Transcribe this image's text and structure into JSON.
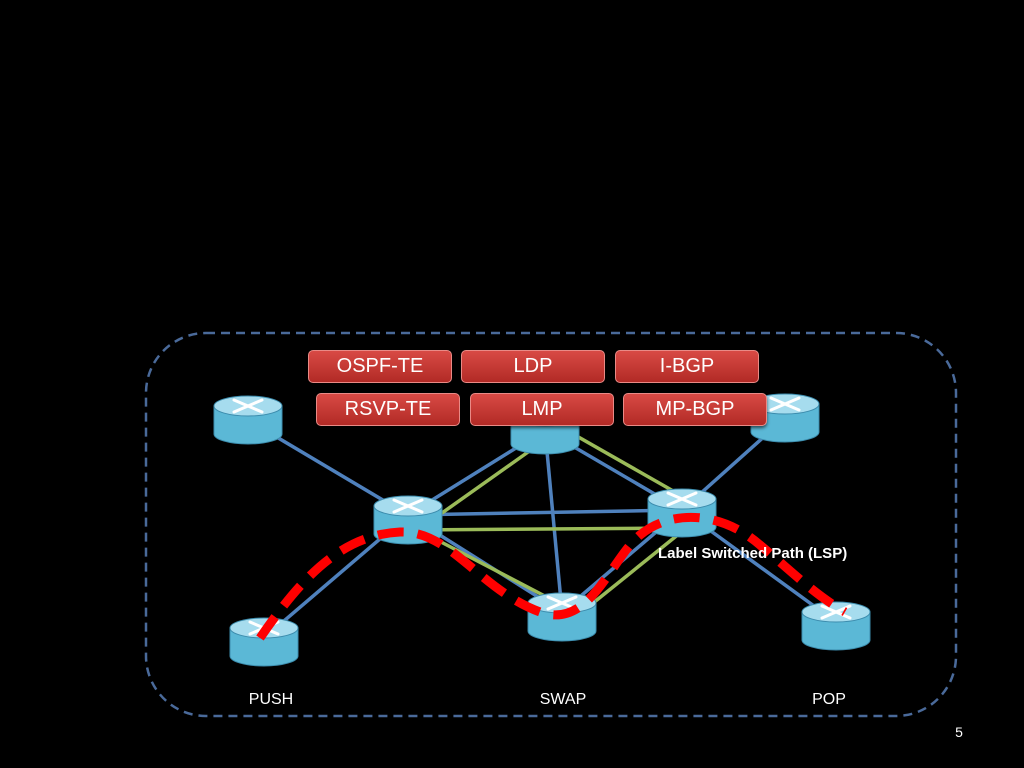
{
  "protocols": {
    "row1": [
      "OSPF-TE",
      "LDP",
      "I-BGP"
    ],
    "row2": [
      "RSVP-TE",
      "LMP",
      "MP-BGP"
    ]
  },
  "labels": {
    "push": "PUSH",
    "swap": "SWAP",
    "pop": "POP",
    "lsp": "Label Switched Path (LSP)"
  },
  "slide_number": "5",
  "icons": {
    "router": "router-icon"
  },
  "colors": {
    "background": "#000000",
    "link_blue": "#4f81bd",
    "link_green": "#9bbb59",
    "lsp_red": "#ff0000",
    "router_fill": "#5bb8d6",
    "router_top": "#a6dcee",
    "button_red": "#c0392f",
    "border_dash": "#4a6a9a"
  }
}
